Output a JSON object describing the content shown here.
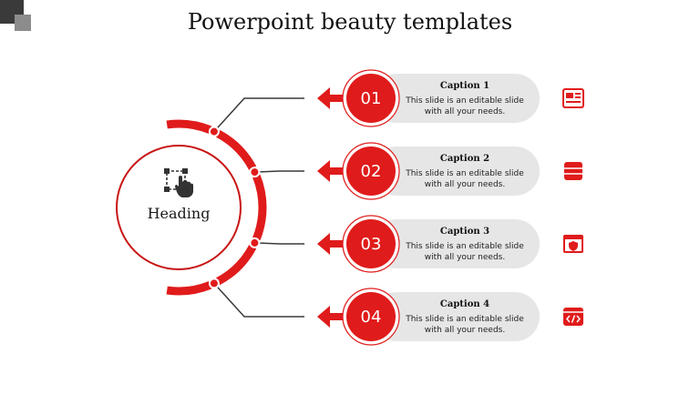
{
  "title": "Powerpoint beauty templates",
  "heading": "Heading",
  "colors": {
    "accent": "#e01b1b",
    "accent_dark": "#c81414",
    "pill": "#e6e6e6",
    "connector": "#3a3a3a"
  },
  "items": [
    {
      "number": "01",
      "caption": "Caption 1",
      "line1": "This slide is an editable slide",
      "line2": "with all your needs.",
      "icon": "newspaper-icon"
    },
    {
      "number": "02",
      "caption": "Caption 2",
      "line1": "This slide is an editable slide",
      "line2": "with all your needs.",
      "icon": "stack-icon"
    },
    {
      "number": "03",
      "caption": "Caption 3",
      "line1": "This slide is an editable slide",
      "line2": "with all your needs.",
      "icon": "shield-card-icon"
    },
    {
      "number": "04",
      "caption": "Caption 4",
      "line1": "This slide is an editable slide",
      "line2": "with all your needs.",
      "icon": "code-window-icon"
    }
  ]
}
